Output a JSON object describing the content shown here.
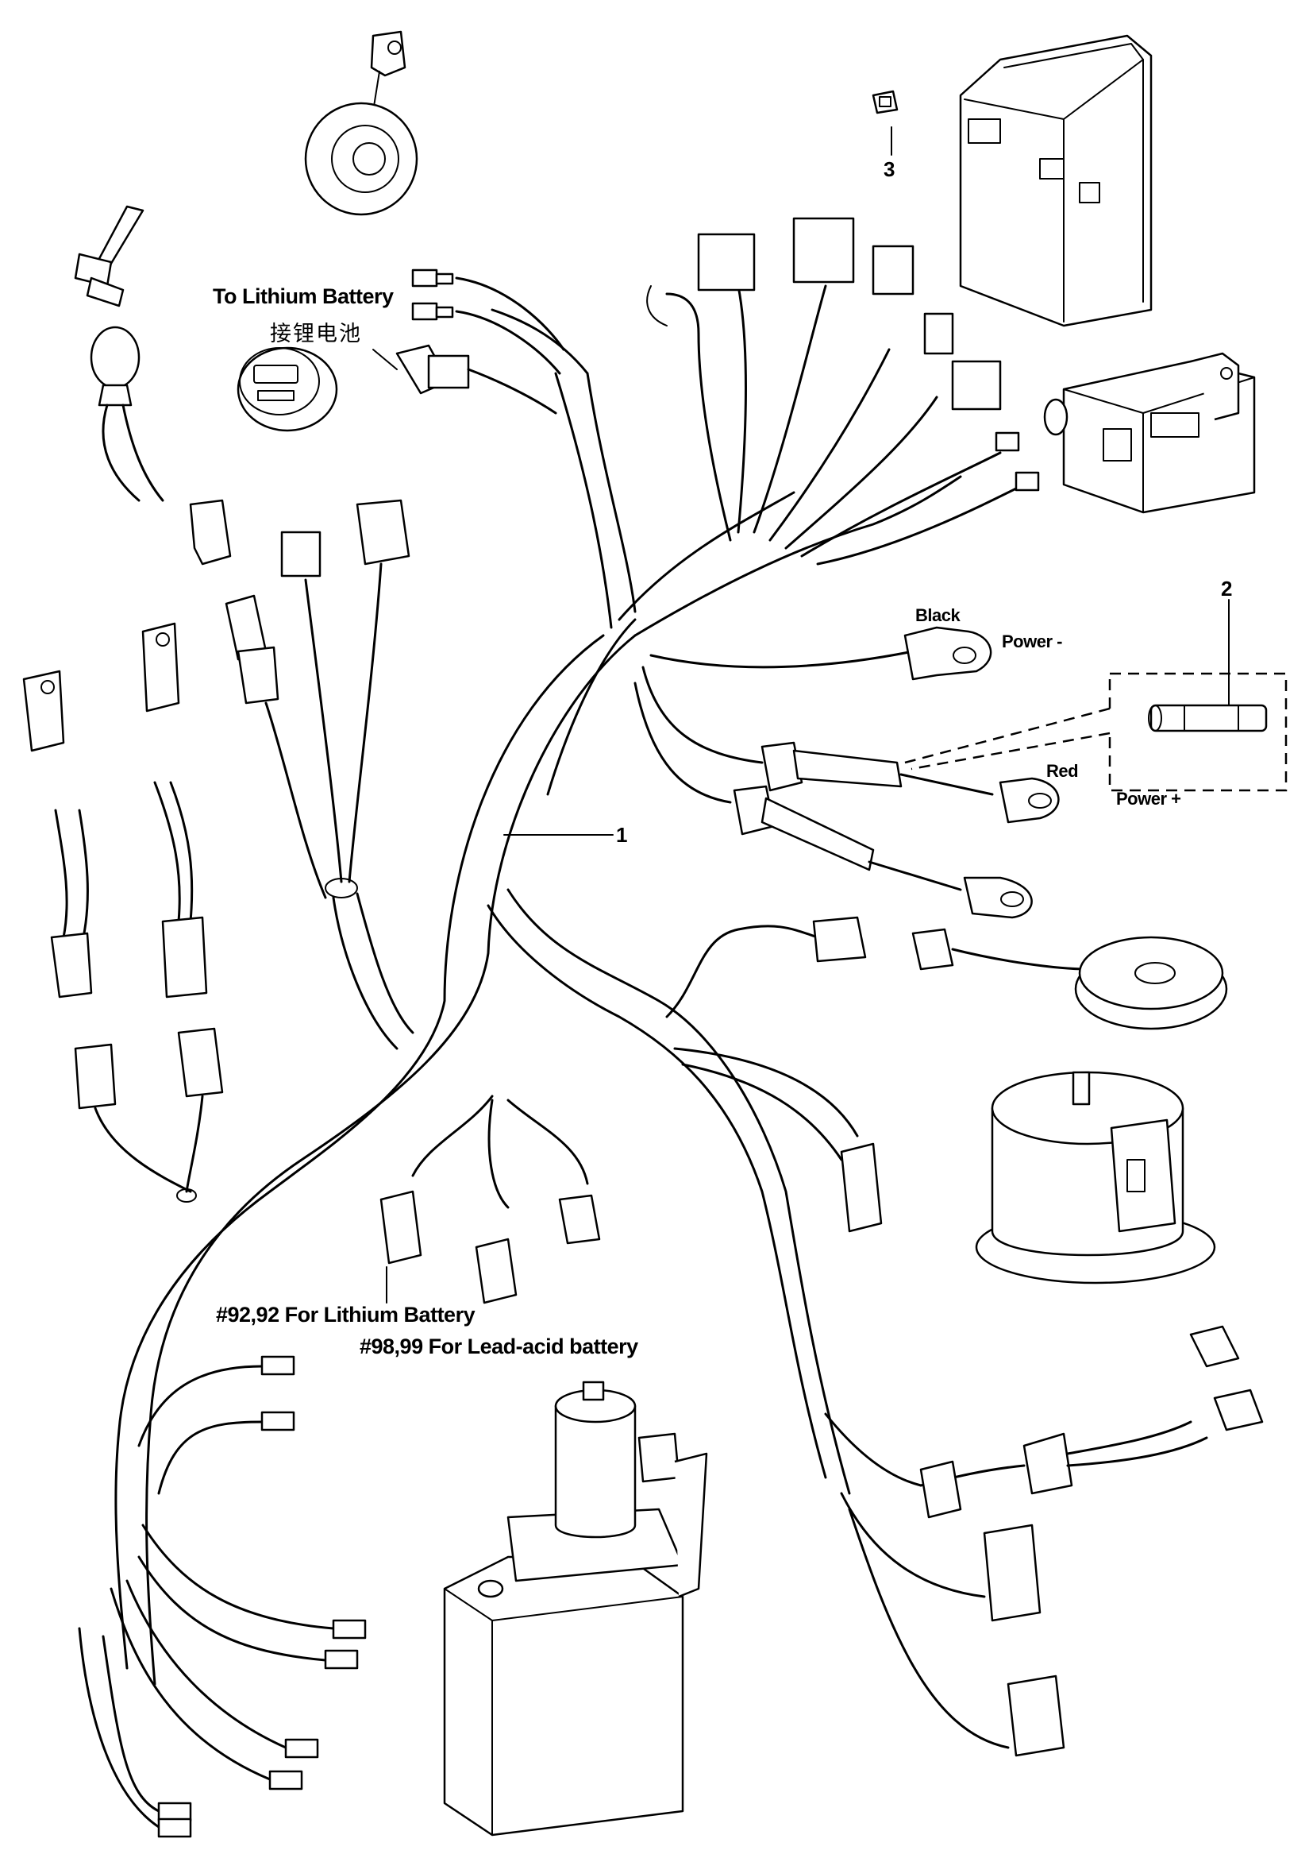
{
  "diagram": {
    "title": "Wiring harness exploded view",
    "callouts": [
      {
        "id": "1",
        "label": "1",
        "part": "main-wiring-harness"
      },
      {
        "id": "2",
        "label": "2",
        "part": "fuse"
      },
      {
        "id": "3",
        "label": "3",
        "part": "small-clip"
      }
    ],
    "labels": {
      "to_lithium_battery_en": "To Lithium Battery",
      "to_lithium_battery_cn": "接锂电池",
      "black": "Black",
      "power_minus": "Power -",
      "red": "Red",
      "power_plus": "Power +",
      "lithium_note": "#92,92 For Lithium Battery",
      "lead_acid_note": "#98,99 For Lead-acid battery"
    },
    "components": [
      "horn",
      "key-switch",
      "battery-indicator",
      "controller",
      "contactor",
      "fuse",
      "ring-terminal-black",
      "ring-terminal-red",
      "electromagnetic-brake",
      "drive-motor",
      "hydraulic-pump-unit",
      "micro-switch",
      "connector-plugs"
    ],
    "colors": {
      "line": "#000000",
      "background": "#ffffff"
    }
  }
}
